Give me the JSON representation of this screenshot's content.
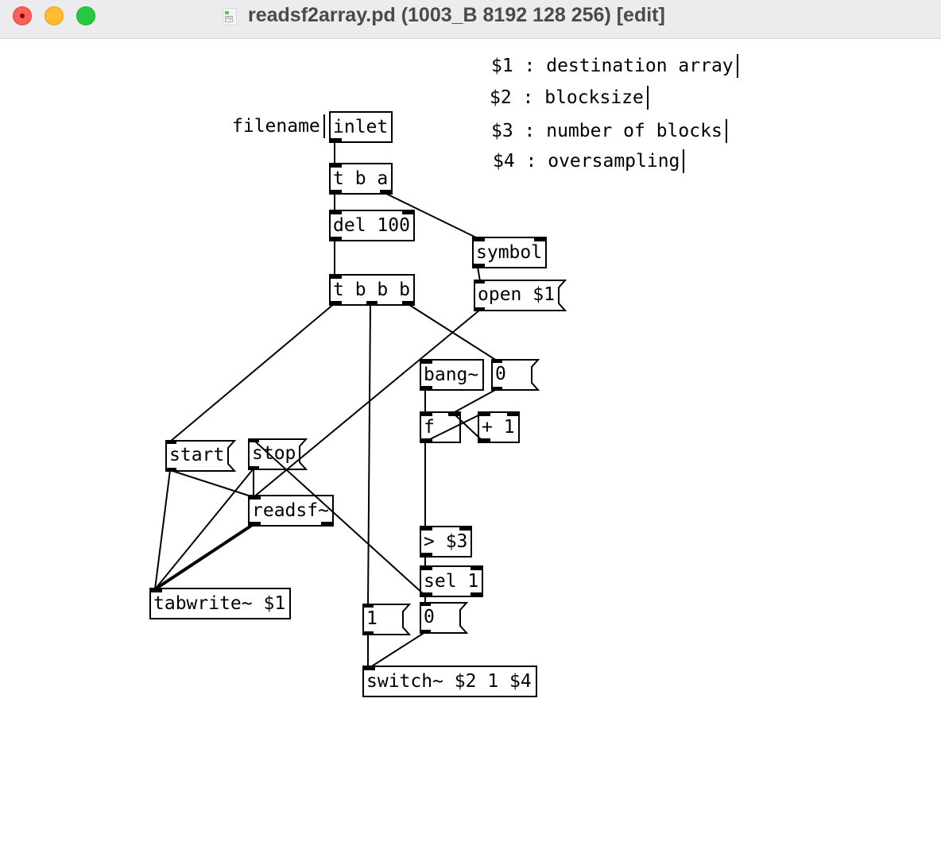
{
  "window": {
    "title": "readsf2array.pd (1003_B 8192 128 256) [edit]",
    "controls": [
      "close",
      "minimize",
      "maximize"
    ]
  },
  "comments": {
    "filename": "filename",
    "arg1": "$1 : destination array",
    "arg2": "$2 : blocksize",
    "arg3": "$3 : number of blocks",
    "arg4": "$4 : oversampling"
  },
  "objects": {
    "inlet": "inlet",
    "trigger_ba": "t b a",
    "delay": "del 100",
    "trigger_bbb": "t b b b",
    "symbol": "symbol",
    "bang_tilde": "bang~",
    "float": "f",
    "plus_one": "+ 1",
    "readsf": "readsf~",
    "tabwrite": "tabwrite~ $1",
    "greater": "> $3",
    "select": "sel 1",
    "switch": "switch~ $2 1 $4"
  },
  "messages": {
    "open": "open $1",
    "zero_reset": "0",
    "start": "start",
    "stop": "stop",
    "one": "1",
    "zero_switch": "0"
  }
}
